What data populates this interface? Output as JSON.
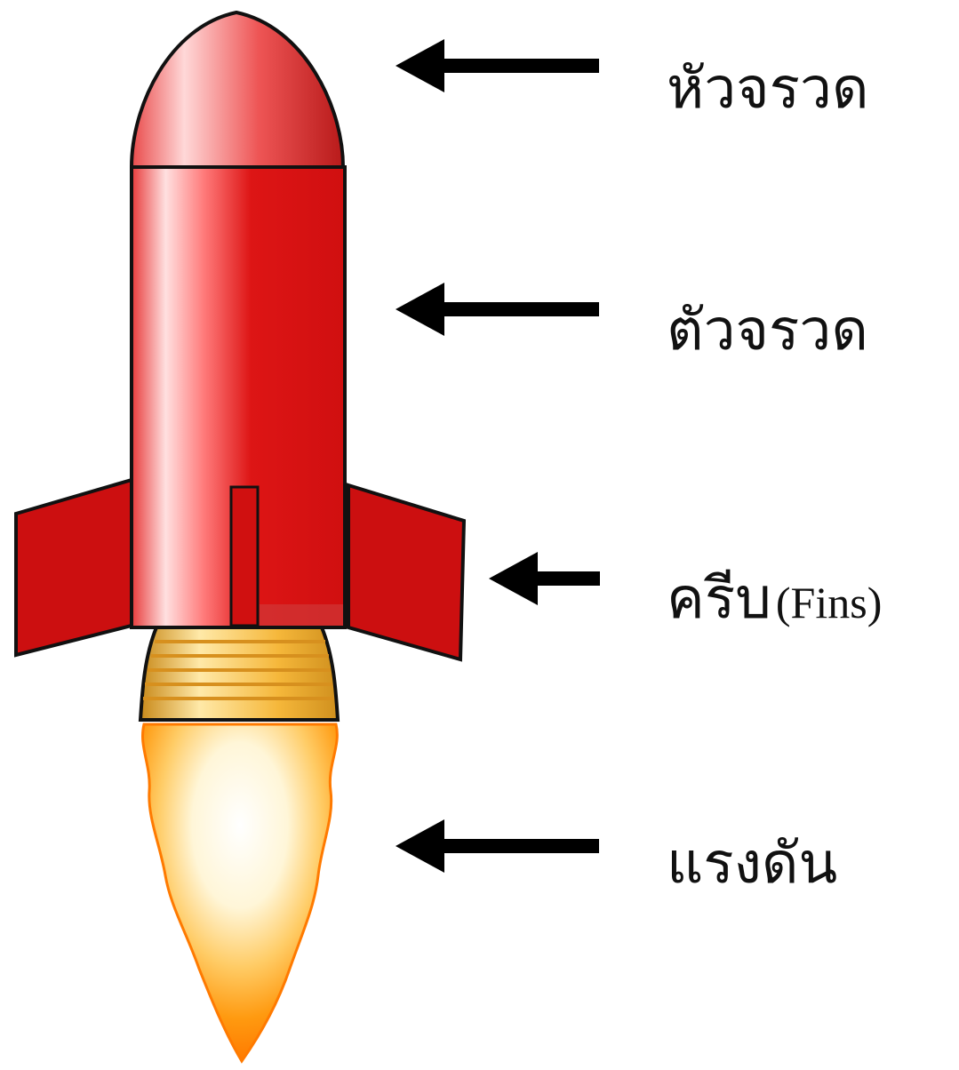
{
  "labels": {
    "nose": "หัวจรวด",
    "body": "ตัวจรวด",
    "fins_thai": "ครีบ",
    "fins_english": "(Fins)",
    "thrust": "แรงดัน"
  },
  "colors": {
    "rocket_red": "#d81515",
    "rocket_highlight": "#ffe0e0",
    "fin_red": "#cc0f10",
    "nozzle_gold": "#f2b838",
    "flame_orange": "#ff8a00",
    "flame_core": "#ffffff",
    "outline": "#111111",
    "arrow": "#000000"
  },
  "icons": [
    "rocket-nose-cone",
    "rocket-body",
    "rocket-fin",
    "rocket-nozzle",
    "rocket-flame",
    "arrow-left"
  ]
}
